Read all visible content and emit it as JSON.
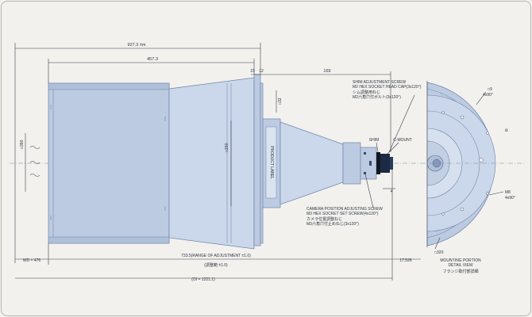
{
  "dimensions": {
    "overall_length": "927.3 ±m",
    "front_length": "457.3",
    "flange_a": "15",
    "flange_b": "12",
    "cone_length": "169",
    "front_diameter": "□390",
    "rear_diameter": "□150",
    "small_diameter": "□32",
    "adjust_range_en": "733.5(RANGE OF ADJUSTMENT ±1.0)",
    "adjust_range_jp": "(調整範 ±1.0)",
    "wd": "WD = 476",
    "back_dim": "17.526",
    "total": "(OI = 1221.1)",
    "small_gap": "4"
  },
  "labels": {
    "product_label": "PRODUCT LABEL",
    "shim": "SHIM",
    "c_mount": "C-MOUNT",
    "shim_adjust_en_1": "SHIM ADJUSTMENT SCREW",
    "shim_adjust_en_2": "M2 HEX SOCKET HEAD CAP(3x120°)",
    "shim_adjust_jp_1": "シム調整用ねじ",
    "shim_adjust_jp_2": "M2六角穴付ボルト(3x120°)",
    "cam_pos_en_1": "CAMERA POSITION ADJUSTING SCREW",
    "cam_pos_en_2": "M3 HEX SOCKET SET SCREW(4x120°)",
    "cam_pos_jp_1": "カメラ位置調整ねじ",
    "cam_pos_jp_2": "M3六角穴付止めねじ(3x120°)",
    "mounting_1": "MOUNTING PORTION",
    "mounting_2": "DETAIL VIEW",
    "mounting_jp": "フランジ取付部詳細",
    "hole_diameter": "□9",
    "hole_count": "4x90°",
    "thread_size": "M8",
    "thread_count": "4x90°",
    "flange_circle": "□320",
    "angle_marker": "α"
  }
}
